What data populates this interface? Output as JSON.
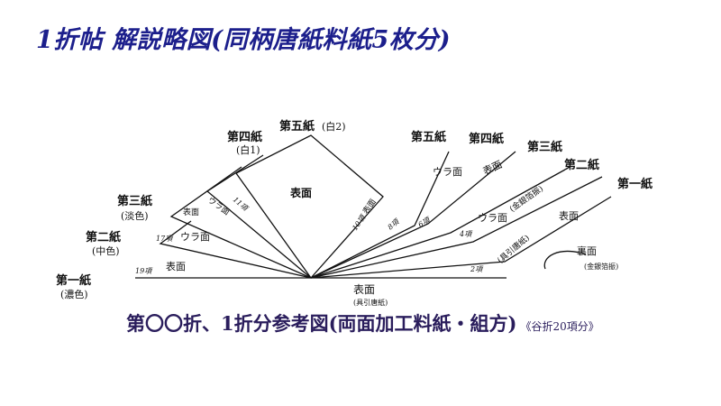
{
  "title": "1折帖 解説略図(同柄唐紙料紙5枚分)",
  "colors": {
    "title": "#1c1f8c",
    "caption": "#2a1d5c",
    "lines": "#111111"
  },
  "left_sheets": [
    {
      "name": "第一紙",
      "sub": "(濃色)",
      "side": "表面",
      "num": "19項"
    },
    {
      "name": "第二紙",
      "sub": "(中色)",
      "side": "ウラ面",
      "num": "17項"
    },
    {
      "name": "第三紙",
      "sub": "(淡色)",
      "side": "表面",
      "num": ""
    },
    {
      "name": "第四紙",
      "sub": "(白1)",
      "side": "ウラ面",
      "num": "11項"
    },
    {
      "name": "第五紙",
      "sub": "(白2)",
      "side": "表面",
      "num": ""
    }
  ],
  "right_sheets": [
    {
      "name": "第五紙",
      "side": "表面",
      "num": "10項"
    },
    {
      "name": "第四紙",
      "side": "ウラ面",
      "num": "8項"
    },
    {
      "name": "第三紙",
      "side": "表面",
      "num": "6項"
    },
    {
      "name": "第二紙",
      "side": "ウラ面",
      "side_note": "(金銀箔振)",
      "num": "4項"
    },
    {
      "name": "第一紙",
      "side": "表面",
      "side_note": "(具引唐紙)",
      "num": "2項"
    }
  ],
  "bottom_side": {
    "label": "表面",
    "note": "(具引唐紙)"
  },
  "back_side": {
    "label": "裏面",
    "note": "(金銀箔振)"
  },
  "caption": {
    "main": "第〇〇折、1折分参考図(両面加工料紙・組方)",
    "note": "《谷折20項分》"
  }
}
